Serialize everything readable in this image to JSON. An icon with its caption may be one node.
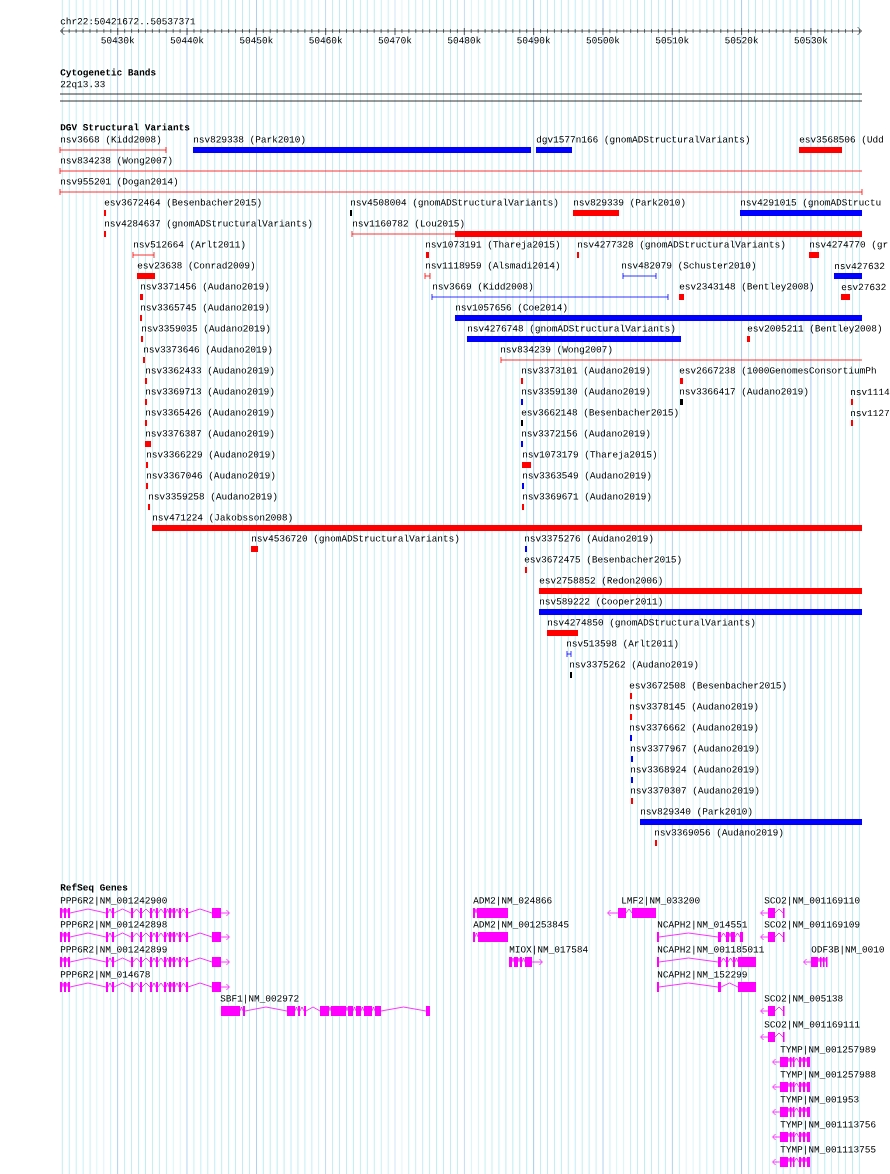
{
  "diagram": {
    "nodes": [
      {
        "text": [
          "nsv3668 (Kidd2008)"
        ]
      },
      {
        "text": [
          "nsv829338 (Park2010)"
        ]
      },
      {
        "text": [
          "dgv1577n166 (gnomADStructuralVariants)"
        ]
      },
      {
        "text": [
          "esv3568506 (Udd"
        ]
      },
      {
        "text": [
          "nsv834238 (Wong2007)"
        ]
      },
      {
        "text": [
          "nsv955201 (Dogan2014)"
        ]
      },
      {
        "text": [
          "esv3672464 (Besenbacher2015)"
        ]
      },
      {
        "text": [
          "nsv4508004 (gnomADStructuralVariants)"
        ]
      },
      {
        "text": [
          "nsv829339 (Park2010)"
        ]
      },
      {
        "text": [
          "nsv4291015 (gnomADStructu"
        ]
      },
      {
        "text": [
          "nsv4284637 (gnomADStructuralVariants)"
        ]
      },
      {
        "text": [
          "nsv1160782 (Lou2015)"
        ]
      },
      {
        "text": [
          "nsv512664 (Arlt2011)"
        ]
      },
      {
        "text": [
          "nsv1073191 (Thareja2015)"
        ]
      },
      {
        "text": [
          "nsv4277328 (gnomADStructuralVariants)"
        ]
      },
      {
        "text": [
          "nsv4274770 (gr"
        ]
      },
      {
        "text": [
          "esv23638 (Conrad2009)"
        ]
      },
      {
        "text": [
          "nsv1118959 (Alsmadi2014)"
        ]
      },
      {
        "text": [
          "nsv482079 (Schuster2010)"
        ]
      },
      {
        "text": [
          "nsv427632"
        ]
      },
      {
        "text": [
          "nsv3371456 (Audano2019)"
        ]
      },
      {
        "text": [
          "nsv3669 (Kidd2008)"
        ]
      },
      {
        "text": [
          "esv2343148 (Bentley2008)"
        ]
      },
      {
        "text": [
          "esv27632"
        ]
      },
      {
        "text": [
          "nsv3365745 (Audano2019)"
        ]
      },
      {
        "text": [
          "nsv1057656 (Coe2014)"
        ]
      },
      {
        "text": [
          "nsv3359035 (Audano2019)"
        ]
      },
      {
        "text": [
          "nsv4276748 (gnomADStructuralVariants)"
        ]
      },
      {
        "text": [
          "esv2005211 (Bentley2008)"
        ]
      },
      {
        "text": [
          "nsv3373646 (Audano2019)"
        ]
      },
      {
        "text": [
          "nsv834239 (Wong2007)"
        ]
      },
      {
        "text": [
          "nsv3362433 (Audano2019)"
        ]
      },
      {
        "text": [
          "nsv3373101 (Audano2019)"
        ]
      },
      {
        "text": [
          "esv2667238 (1000GenomesConsortiumPh"
        ]
      },
      {
        "text": [
          "nsv3369713 (Audano2019)"
        ]
      },
      {
        "text": [
          "nsv3359130 (Audano2019)"
        ]
      },
      {
        "text": [
          "nsv3366417 (Audano2019)"
        ]
      },
      {
        "text": [
          "nsv1114"
        ]
      },
      {
        "text": [
          "nsv3365426 (Audano2019)"
        ]
      },
      {
        "text": [
          "esv3662148 (Besenbacher2015)"
        ]
      },
      {
        "text": [
          "nsv1127"
        ]
      },
      {
        "text": [
          "nsv3376387 (Audano2019)"
        ]
      },
      {
        "text": [
          "nsv3372156 (Audano2019)"
        ]
      },
      {
        "text": [
          "nsv3366229 (Audano2019)"
        ]
      },
      {
        "text": [
          "nsv1073179 (Thareja2015)"
        ]
      },
      {
        "text": [
          "nsv3367046 (Audano2019)"
        ]
      },
      {
        "text": [
          "nsv3363549 (Audano2019)"
        ]
      },
      {
        "text": [
          "nsv3359258 (Audano2019)"
        ]
      },
      {
        "text": [
          "nsv3369671 (Audano2019)"
        ]
      },
      {
        "text": [
          "nsv471224 (Jakobsson2008)"
        ]
      },
      {
        "text": [
          "nsv4536720 (gnomADStructuralVariants)"
        ]
      },
      {
        "text": [
          "nsv3375276 (Audano2019)"
        ]
      },
      {
        "text": [
          "esv3672475 (Besenbacher2015)"
        ]
      },
      {
        "text": [
          "esv2758852 (Redon2006)"
        ]
      },
      {
        "text": [
          "nsv589222 (Cooper2011)"
        ]
      },
      {
        "text": [
          "nsv4274850 (gnomADStructuralVariants)"
        ]
      },
      {
        "text": [
          "nsv513598 (Arlt2011)"
        ]
      },
      {
        "text": [
          "nsv3375262 (Audano2019)"
        ]
      },
      {
        "text": [
          "esv3672508 (Besenbacher2015)"
        ]
      },
      {
        "text": [
          "nsv3378145 (Audano2019)"
        ]
      },
      {
        "text": [
          "nsv3376662 (Audano2019)"
        ]
      },
      {
        "text": [
          "nsv3377967 (Audano2019)"
        ]
      },
      {
        "text": [
          "nsv3368924 (Audano2019)"
        ]
      },
      {
        "text": [
          "nsv3370307 (Audano2019)"
        ]
      },
      {
        "text": [
          "nsv829340 (Park2010)"
        ]
      },
      {
        "text": [
          "nsv3369056 (Audano2019)"
        ]
      },
      {
        "text": [
          "PPP6R2|NM_001242900"
        ]
      },
      {
        "text": [
          "ADM2|NM_024866"
        ]
      },
      {
        "text": [
          "LMF2|NM_033200"
        ]
      },
      {
        "text": [
          "SCO2|NM_001169110"
        ]
      },
      {
        "text": [
          "PPP6R2|NM_001242898"
        ]
      },
      {
        "text": [
          "ADM2|NM_001253845"
        ]
      },
      {
        "text": [
          "NCAPH2|NM_014551"
        ]
      },
      {
        "text": [
          "SCO2|NM_001169109"
        ]
      },
      {
        "text": [
          "PPP6R2|NM_001242899"
        ]
      },
      {
        "text": [
          "MIOX|NM_017584"
        ]
      },
      {
        "text": [
          "NCAPH2|NM_001185011"
        ]
      },
      {
        "text": [
          "ODF3B|NM_0010"
        ]
      },
      {
        "text": [
          "PPP6R2|NM_014678"
        ]
      },
      {
        "text": [
          "NCAPH2|NM_152299"
        ]
      },
      {
        "text": [
          "SBF1|NM_002972"
        ]
      },
      {
        "text": [
          "SCO2|NM_005138"
        ]
      },
      {
        "text": [
          "SCO2|NM_001169111"
        ]
      },
      {
        "text": [
          "TYMP|NM_001257989"
        ]
      },
      {
        "text": [
          "TYMP|NM_001257988"
        ]
      },
      {
        "text": [
          "TYMP|NM_001953"
        ]
      },
      {
        "text": [
          "TYMP|NM_001113756"
        ]
      },
      {
        "text": [
          "TYMP|NM_001113755"
        ]
      }
    ],
    "labels": [
      "chr22:50421672..50537371",
      "50430k",
      "50440k",
      "50450k",
      "50460k",
      "50470k",
      "50480k",
      "50490k",
      "50500k",
      "50510k",
      "50520k",
      "50530k",
      "Cytogenetic Bands",
      "22q13.33",
      "DGV Structural Variants",
      "RefSeq Genes"
    ]
  }
}
